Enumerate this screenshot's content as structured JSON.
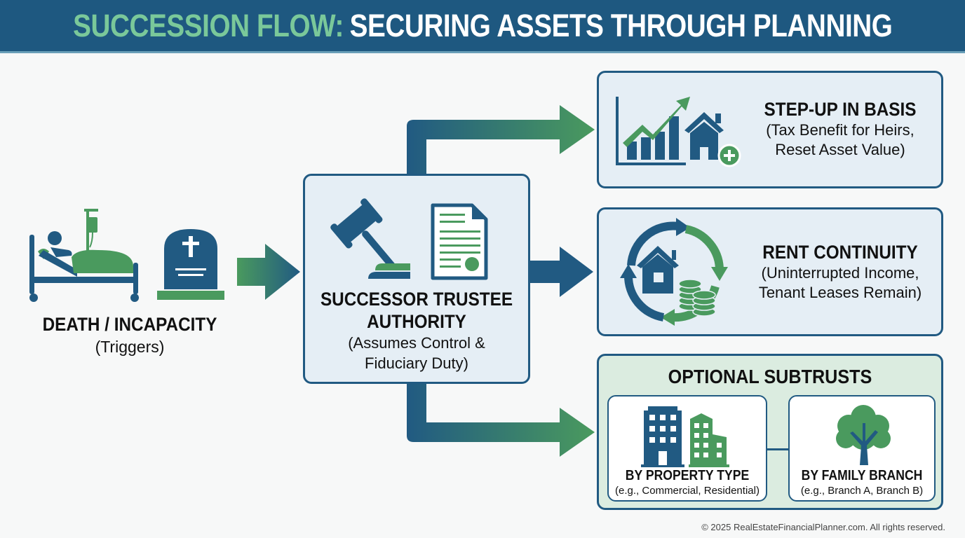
{
  "header": {
    "title_highlight": "SUCCESSION FLOW:",
    "title_main": "SECURING ASSETS THROUGH PLANNING"
  },
  "colors": {
    "primary_blue": "#215a82",
    "accent_green": "#4a9a5e",
    "header_bg": "#1e5880",
    "title_green": "#7ac89a",
    "box_fill": "#e5eef5",
    "subtrust_fill": "#dbece0"
  },
  "trigger": {
    "icons": [
      "hospital-bed-icon",
      "tombstone-icon"
    ],
    "title": "DEATH / INCAPACITY",
    "subtitle": "(Triggers)"
  },
  "center": {
    "icons": [
      "gavel-icon",
      "document-certificate-icon"
    ],
    "title_line1": "SUCCESSOR TRUSTEE",
    "title_line2": "AUTHORITY",
    "subtitle_line1": "(Assumes Control &",
    "subtitle_line2": "Fiduciary Duty)"
  },
  "outcomes": [
    {
      "icon": "growth-chart-house-icon",
      "title": "STEP-UP IN BASIS",
      "subtitle_line1": "(Tax Benefit for Heirs,",
      "subtitle_line2": "Reset Asset Value)"
    },
    {
      "icon": "cycle-house-coins-icon",
      "title": "RENT CONTINUITY",
      "subtitle_line1": "(Uninterrupted Income,",
      "subtitle_line2": "Tenant Leases Remain)"
    }
  ],
  "subtrusts": {
    "title": "OPTIONAL SUBTRUSTS",
    "items": [
      {
        "icon": "buildings-icon",
        "title": "BY PROPERTY TYPE",
        "subtitle": "(e.g., Commercial, Residential)"
      },
      {
        "icon": "tree-icon",
        "title": "BY FAMILY BRANCH",
        "subtitle": "(e.g., Branch A, Branch B)"
      }
    ]
  },
  "footer": {
    "copyright": "© 2025 RealEstateFinancialPlanner.com. All rights reserved."
  }
}
